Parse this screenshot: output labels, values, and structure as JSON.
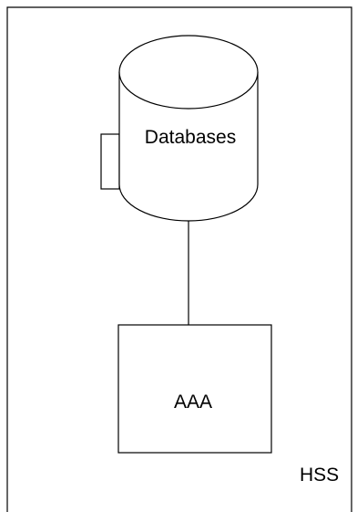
{
  "diagram": {
    "database_label": "Databases",
    "aaa_label": "AAA",
    "hss_label": "HSS"
  }
}
